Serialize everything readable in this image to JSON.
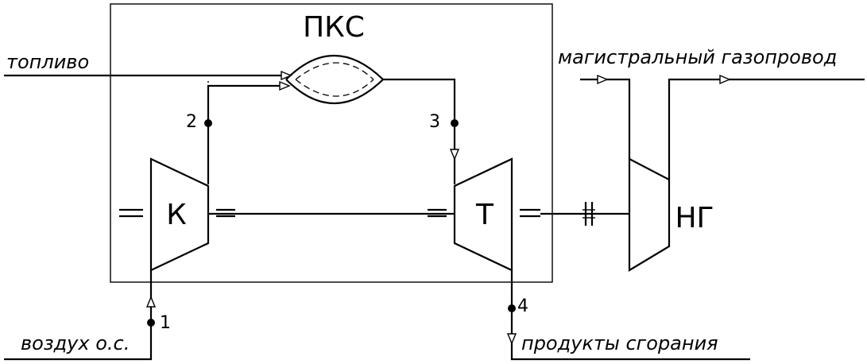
{
  "labels": {
    "chamber": "ПКС",
    "fuel": "топливо",
    "pipeline": "магистральный газопровод",
    "compressor": "К",
    "turbine": "Т",
    "supercharger": "НГ",
    "air": "воздух о.с.",
    "products": "продукты сгорания"
  },
  "points": {
    "p1": "1",
    "p2": "2",
    "p3": "3",
    "p4": "4"
  }
}
